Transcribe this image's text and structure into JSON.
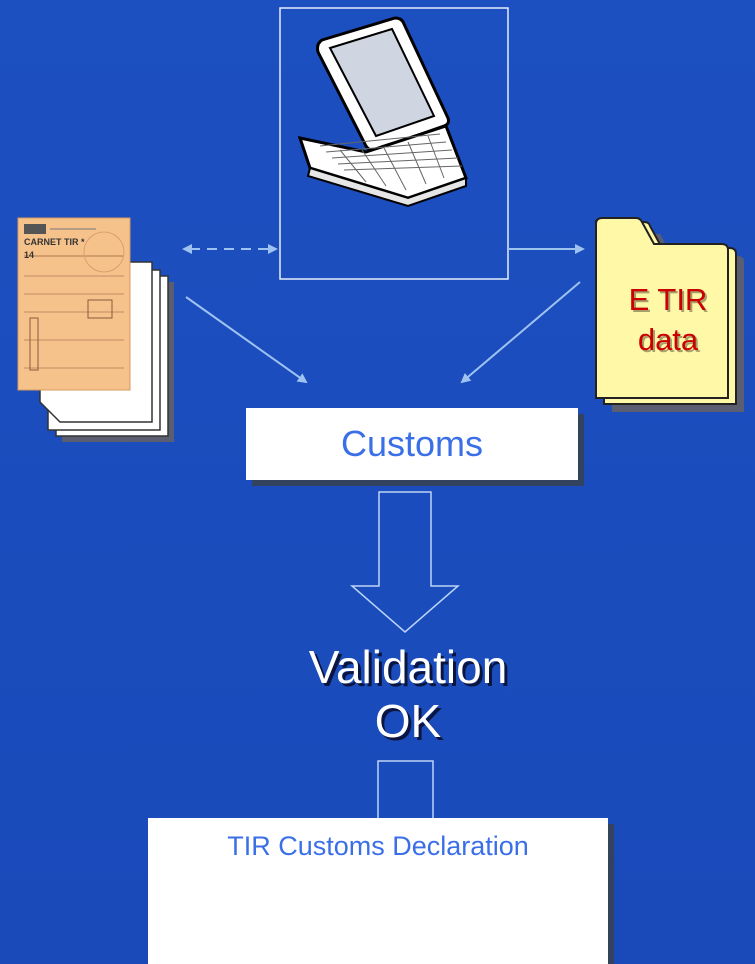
{
  "customs": {
    "label": "Customs"
  },
  "validation": {
    "line1": "Validation",
    "line2": "OK"
  },
  "folder": {
    "line1": "E TIR",
    "line2": "data"
  },
  "declaration": {
    "label": "TIR Customs Declaration"
  },
  "carnet": {
    "title": "CARNET TIR *",
    "number": "14"
  },
  "colors": {
    "background": "#1c4fc0",
    "arrow": "#9fc3f0",
    "box_text": "#3a6fe8",
    "folder_fill": "#fff8a6",
    "folder_text": "#cc0000",
    "carnet_fill": "#f6c28c"
  },
  "icons": [
    "laptop-icon",
    "carnet-document-icon",
    "folder-icon"
  ]
}
